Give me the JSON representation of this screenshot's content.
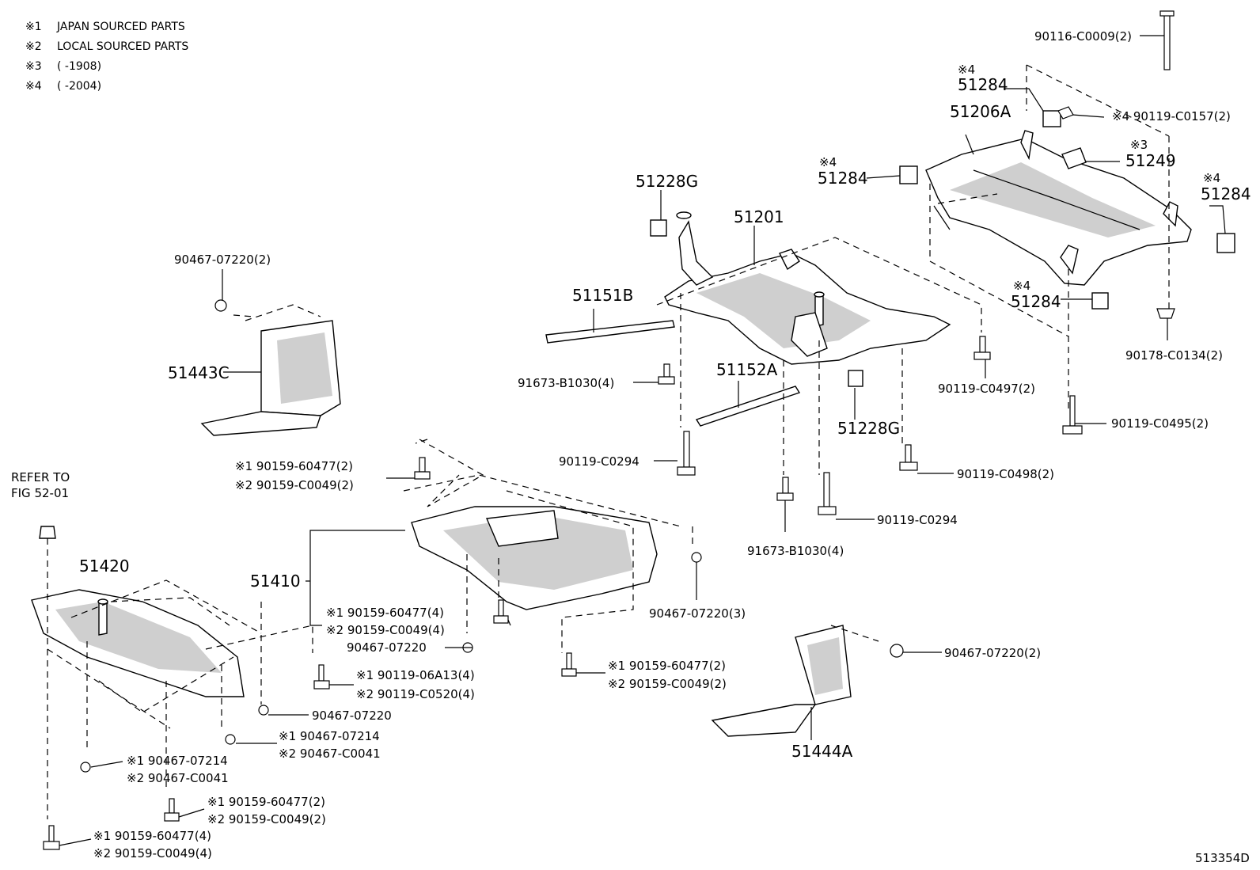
{
  "legend": [
    {
      "mark": "※1",
      "text": "JAPAN SOURCED PARTS"
    },
    {
      "mark": "※2",
      "text": "LOCAL SOURCED PARTS"
    },
    {
      "mark": "※3",
      "text": "(      -1908)"
    },
    {
      "mark": "※4",
      "text": "(      -2004)"
    }
  ],
  "parts": {
    "p90116": "90116-C0009(2)",
    "m51284a": "※4",
    "p51284a": "51284",
    "p51206a": "51206A",
    "p90119c0157": "※4 90119-C0157(2)",
    "m51249": "※3",
    "p51249": "51249",
    "m51284b": "※4",
    "p51284b": "51284",
    "m51284c": "※4",
    "p51284c": "51284",
    "p51228g_top": "51228G",
    "p51201": "51201",
    "m51284d": "※4",
    "p51284d": "51284",
    "p90467_tl": "90467-07220(2)",
    "p51151b": "51151B",
    "p90178": "90178-C0134(2)",
    "p51443c": "51443C",
    "p91673_top": "91673-B1030(4)",
    "p51152a": "51152A",
    "p90119c0497": "90119-C0497(2)",
    "p90119c0495": "90119-C0495(2)",
    "p51228g_bot": "51228G",
    "p90119c0294_l": "90119-C0294",
    "p90119c0498": "90119-C0498(2)",
    "p90159_top_1": "※1 90159-60477(2)",
    "p90159_top_2": "※2 90159-C0049(2)",
    "refer1": "REFER TO",
    "refer2": "FIG 52-01",
    "p90119c0294_r": "90119-C0294",
    "p91673_bot": "91673-B1030(4)",
    "p51420": "51420",
    "p51410": "51410",
    "p90467_07220_3": "90467-07220(3)",
    "p90159_mid_1": "※1 90159-60477(4)",
    "p90159_mid_2": "※2 90159-C0049(4)",
    "p90467_mid": "90467-07220",
    "p90467_r2": "90467-07220(2)",
    "p90159_br_1": "※1 90159-60477(2)",
    "p90159_br_2": "※2 90159-C0049(2)",
    "p90119_06a_1": "※1 90119-06A13(4)",
    "p90119_06a_2": "※2 90119-C0520(4)",
    "p90467_07220_s": "90467-07220",
    "p90467_07214_r1": "※1 90467-07214",
    "p90467_07214_r2": "※2 90467-C0041",
    "p51444a": "51444A",
    "p90467_07214_l1": "※1 90467-07214",
    "p90467_07214_l2": "※2 90467-C0041",
    "p90159_bl_1": "※1 90159-60477(2)",
    "p90159_bl_2": "※2 90159-C0049(2)",
    "p90159_bb_1": "※1 90159-60477(4)",
    "p90159_bb_2": "※2 90159-C0049(4)",
    "fig_code": "513354D"
  }
}
